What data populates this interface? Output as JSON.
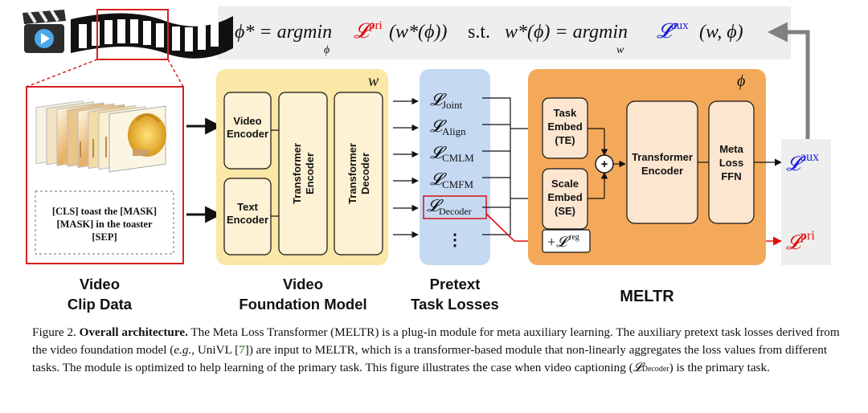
{
  "equation": {
    "phi_star": "ϕ* = argmin",
    "argmin_sub_phi": "ϕ",
    "l_pri": "𝓛",
    "pri_sup": "pri",
    "w_of_phi": "(w*(ϕ))",
    "st": "s.t.",
    "w_star_eq": "w*(ϕ) = argmin",
    "argmin_sub_w": "w",
    "l_aux": "𝓛",
    "aux_sup": "aux",
    "w_phi": "(w, ϕ)"
  },
  "text_input": {
    "line1": "[CLS] toast the [MASK]",
    "line2": "[MASK] in the toaster",
    "line3": "[SEP]"
  },
  "foundation_model": {
    "param": "w",
    "video_encoder": [
      "Video",
      "Encoder"
    ],
    "text_encoder": [
      "Text",
      "Encoder"
    ],
    "transformer_encoder": [
      "Transformer",
      "Encoder"
    ],
    "transformer_decoder": [
      "Transformer",
      "Decoder"
    ]
  },
  "losses": [
    {
      "symbol": "𝓛",
      "sub": "Joint"
    },
    {
      "symbol": "𝓛",
      "sub": "Align"
    },
    {
      "symbol": "𝓛",
      "sub": "CMLM"
    },
    {
      "symbol": "𝓛",
      "sub": "CMFM"
    },
    {
      "symbol": "𝓛",
      "sub": "Decoder"
    }
  ],
  "losses_more": "⋮",
  "meltr": {
    "param": "ϕ",
    "task_embed": [
      "Task",
      "Embed",
      "(TE)"
    ],
    "scale_embed": [
      "Scale",
      "Embed",
      "(SE)"
    ],
    "plus": "+",
    "transformer_encoder": [
      "Transformer",
      "Encoder"
    ],
    "meta_loss_ffn": [
      "Meta",
      "Loss",
      "FFN"
    ],
    "reg": "+𝓛",
    "reg_sup": "reg"
  },
  "outputs": {
    "aux_symbol": "𝓛",
    "aux_sup": "aux",
    "pri_symbol": "𝓛",
    "pri_sup": "pri"
  },
  "labels": {
    "video_clip": [
      "Video",
      "Clip Data"
    ],
    "foundation": [
      "Video",
      "Foundation Model"
    ],
    "pretext": [
      "Pretext",
      "Task Losses"
    ],
    "meltr": "MELTR"
  },
  "caption": {
    "fig": "Figure 2.",
    "title": "Overall architecture.",
    "text1": " The Meta Loss Transformer (MELTR) is a plug-in module for meta auxiliary learning. The auxiliary pretext task losses derived from the video foundation model (",
    "eg": "e.g.",
    "text2": ", UniVL [",
    "ref": "7",
    "text3": "]) are input to MELTR, which is a transformer-based module that non-linearly aggregates the loss values from different tasks. The module is optimized to help learning of the primary task. This figure illustrates the case when video captioning (",
    "sym": "𝓛",
    "sub": "Decoder",
    "text4": ") is the primary task."
  },
  "colors": {
    "foundation_bg": "#fbe7a6",
    "foundation_box": "#fdf3d4",
    "losses_bg": "#c5d9f3",
    "meltr_bg": "#f4a95a",
    "meltr_box": "#fce6d0",
    "pri_red": "#e01010",
    "aux_blue": "#1a1adf",
    "arrow_gray": "#808080"
  }
}
